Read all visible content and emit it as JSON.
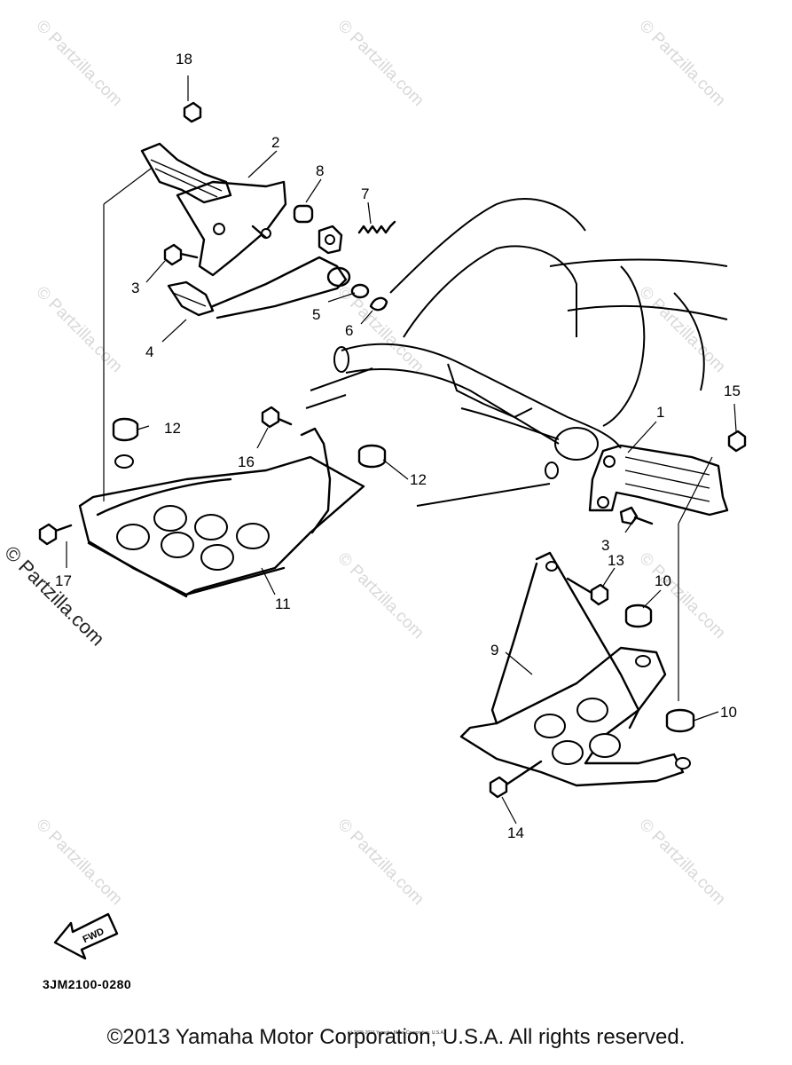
{
  "diagram": {
    "code": "3JM2100-0280",
    "fwd_label": "FWD",
    "copyright": "©2013 Yamaha Motor Corporation, U.S.A. All rights reserved.",
    "small_copyright": "(c) 2005-2016 Yamaha Motor Corporation, U.S.A.",
    "side_watermark": "© Partzilla.com",
    "watermark_text": "© Partzilla.com",
    "callouts": [
      "18",
      "2",
      "8",
      "7",
      "3",
      "5",
      "6",
      "4",
      "15",
      "12",
      "16",
      "12",
      "1",
      "17",
      "3",
      "13",
      "10",
      "11",
      "9",
      "10",
      "14"
    ]
  }
}
